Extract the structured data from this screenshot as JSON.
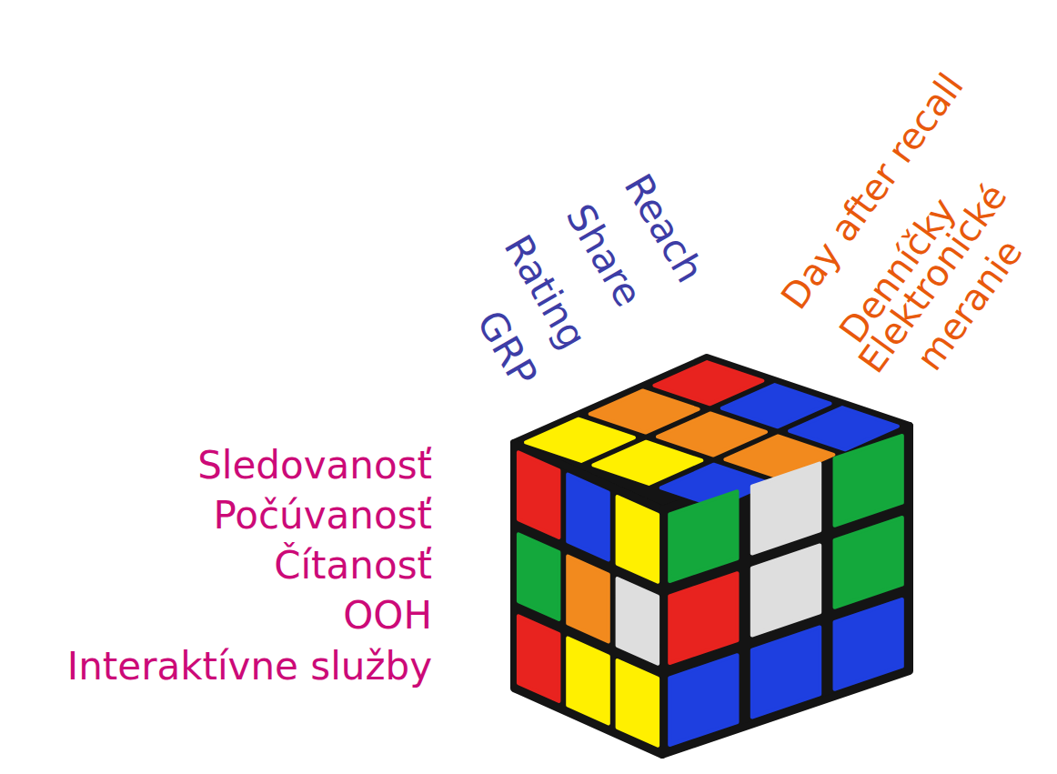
{
  "diagram": {
    "labels": [
      "GRP",
      "Rating",
      "Share",
      "Reach",
      "Day after recall",
      "Denníčky",
      "Elektronické meranie",
      "Sledovanosť",
      "Počúvanosť",
      "Čítanosť",
      "OOH",
      "Interaktívne služby"
    ]
  }
}
